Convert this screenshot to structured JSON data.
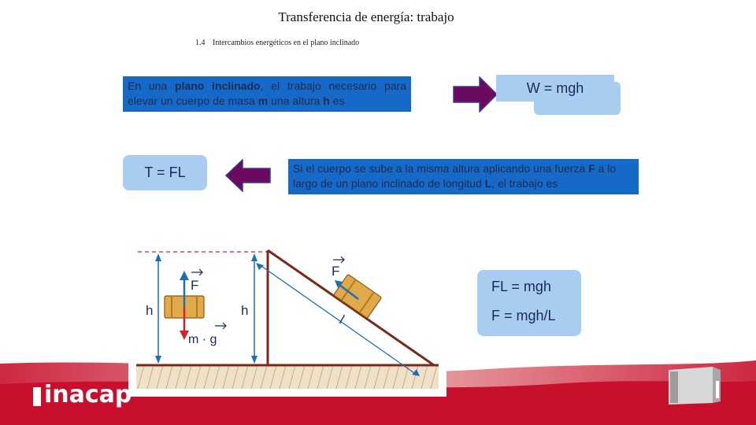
{
  "header": {
    "title": "Transferencia de energía: trabajo",
    "section_number": "1.4",
    "subtitle": "Intercambios energéticos en el plano inclinado"
  },
  "box1": {
    "part1": "En una ",
    "bold1": "plano inclinado",
    "part2": ", el trabajo necesario para elevar un cuerpo de masa ",
    "bold2": "m",
    "part3": " una altura ",
    "bold3": "h",
    "part4": " es"
  },
  "formula_w": "W = mgh",
  "formula_t": "T = FL",
  "box2": {
    "part1": "Si el cuerpo se sube a la misma altura aplicando una fuerza ",
    "bold1": "F",
    "part2": " a lo largo de un plano inclinado de longitud ",
    "bold2": "L",
    "part3": ", el trabajo es"
  },
  "result": {
    "line1": "FL = mgh",
    "line2": "F = mgh/L"
  },
  "diagram": {
    "label_h_left": "h",
    "label_h_right": "h",
    "label_F_left": "F",
    "label_F_right": "F",
    "label_mg": "m · g",
    "label_l": "l"
  },
  "logo": {
    "text": "inacap"
  },
  "colors": {
    "box_blue": "#1769c7",
    "light_blue": "#a9cdf0",
    "arrow_purple": "#6b0a5e",
    "brand_red": "#c8102e"
  }
}
